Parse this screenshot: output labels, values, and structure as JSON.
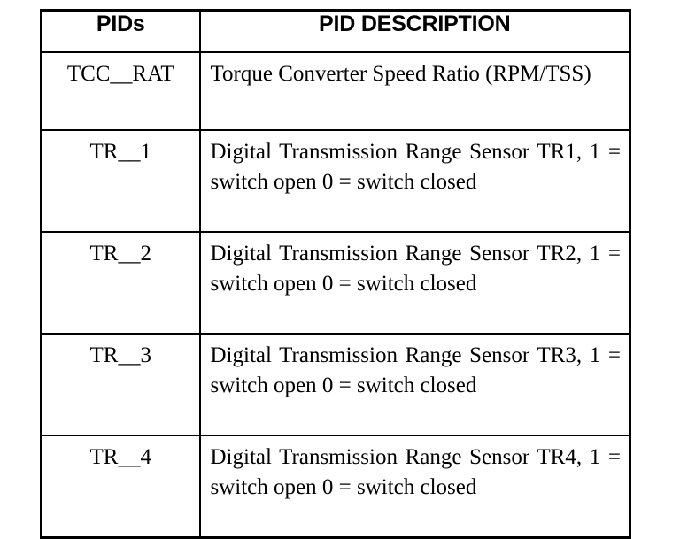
{
  "table": {
    "columns": [
      {
        "key": "pid",
        "label": "PIDs"
      },
      {
        "key": "description",
        "label": "PID DESCRIPTION"
      }
    ],
    "rows": [
      {
        "pid": "TCC__RAT",
        "description": "Torque Converter Speed Ratio (RPM/TSS)",
        "justified": false
      },
      {
        "pid": "TR__1",
        "description": "Digital Transmission Range Sensor TR1, 1 = switch open 0 = switch closed",
        "justified": true
      },
      {
        "pid": "TR__2",
        "description": "Digital Transmission Range Sensor TR2, 1 = switch open 0 = switch closed",
        "justified": true
      },
      {
        "pid": "TR__3",
        "description": "Digital Transmission Range Sensor TR3, 1 = switch open 0 = switch closed",
        "justified": true
      },
      {
        "pid": "TR__4",
        "description": "Digital Transmission Range Sensor TR4, 1 = switch open 0 = switch closed",
        "justified": true
      }
    ]
  },
  "style": {
    "border_color": "#000000",
    "text_color": "#000000",
    "background": "#ffffff"
  }
}
